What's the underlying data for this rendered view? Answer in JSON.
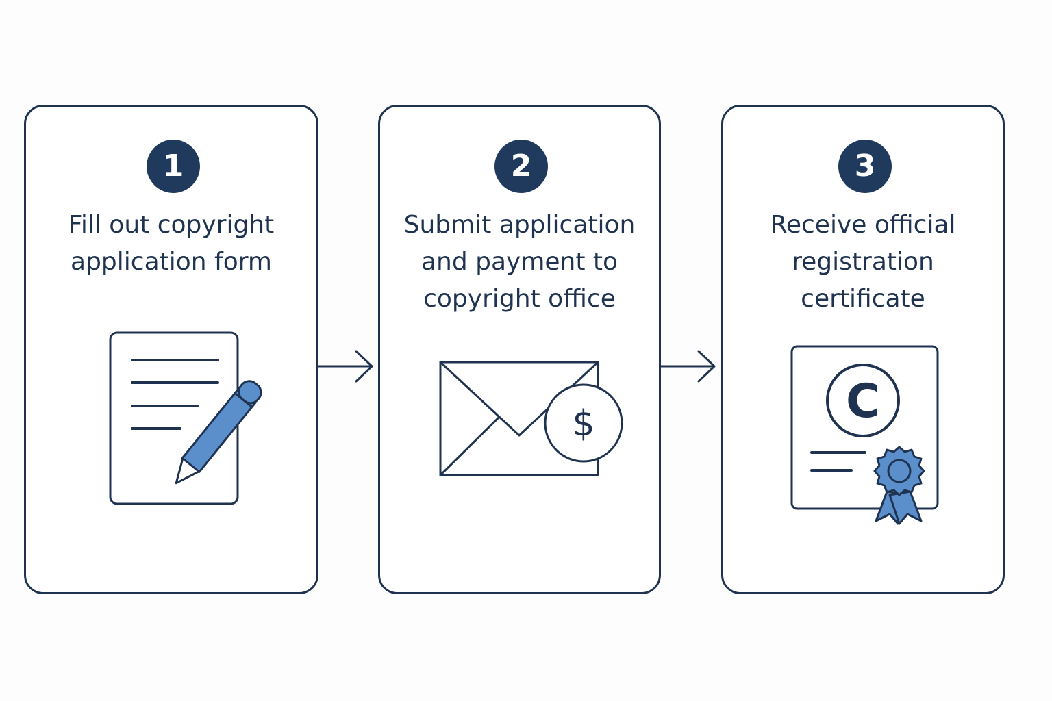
{
  "diagram": {
    "colors": {
      "outline": "#1f3350",
      "badge": "#1f3a5c",
      "accent_fill": "#5b8fcc",
      "background": "#fdfdfd"
    },
    "steps": [
      {
        "number": "1",
        "lines": [
          "Fill out copyright",
          "application form"
        ],
        "icon": "document-pencil-icon"
      },
      {
        "number": "2",
        "lines": [
          "Submit application",
          "and payment to",
          "copyright office"
        ],
        "icon": "envelope-dollar-icon"
      },
      {
        "number": "3",
        "lines": [
          "Receive official",
          "registration",
          "certificate"
        ],
        "icon": "certificate-seal-icon"
      }
    ],
    "icon_text": {
      "dollar_symbol": "$",
      "copyright_letter": "C"
    }
  }
}
